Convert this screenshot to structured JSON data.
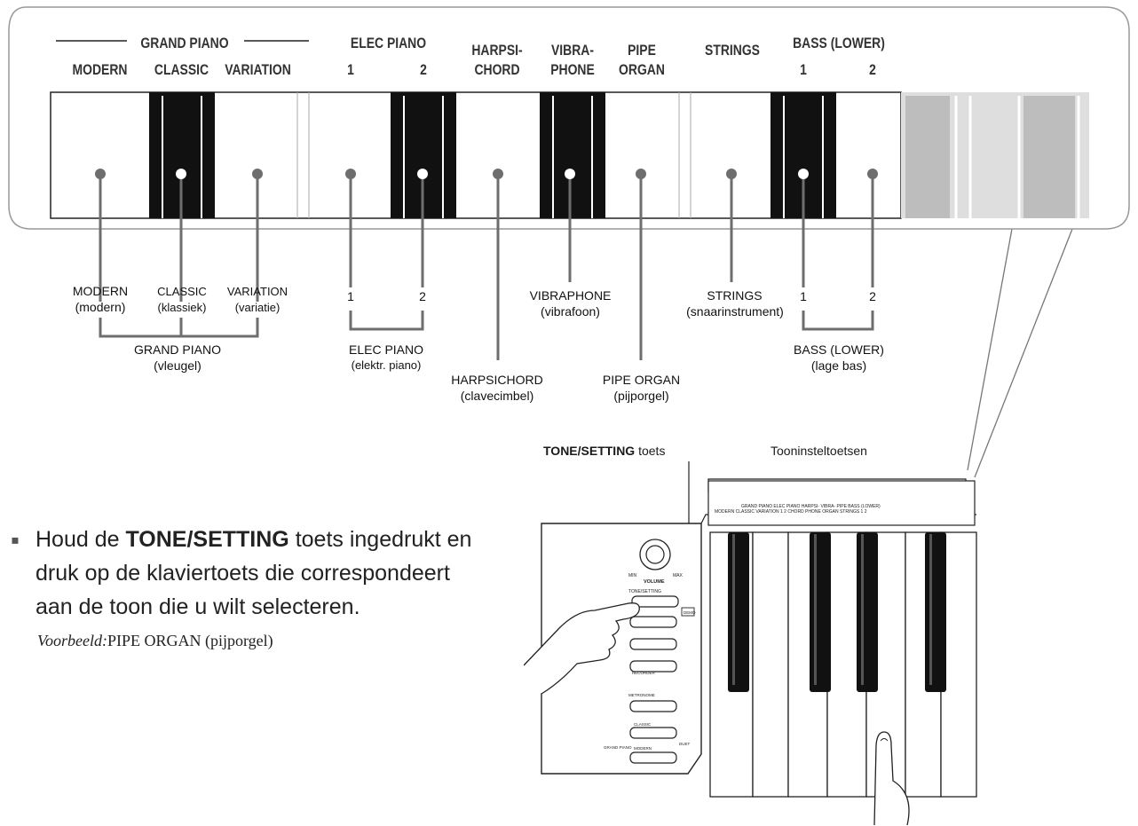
{
  "panel": {
    "grand_piano_header": "GRAND PIANO",
    "modern": "MODERN",
    "classic": "CLASSIC",
    "variation": "VARIATION",
    "elec_piano_header": "ELEC PIANO",
    "elec_1": "1",
    "elec_2": "2",
    "harpsi_1": "HARPSI-",
    "harpsi_2": "CHORD",
    "vibra_1": "VIBRA-",
    "vibra_2": "PHONE",
    "pipe_1": "PIPE",
    "pipe_2": "ORGAN",
    "strings": "STRINGS",
    "bass_header": "BASS (LOWER)",
    "bass_1": "1",
    "bass_2": "2"
  },
  "callouts": {
    "modern": {
      "name": "MODERN",
      "translation": "(modern)"
    },
    "classic": {
      "name": "CLASSIC",
      "translation": "(klassiek)"
    },
    "variation": {
      "name": "VARIATION",
      "translation": "(variatie)"
    },
    "grand_piano": {
      "name": "GRAND PIANO",
      "translation": "(vleugel)"
    },
    "elec_1": "1",
    "elec_2": "2",
    "elec_piano": {
      "name": "ELEC PIANO",
      "translation": "(elektr. piano)"
    },
    "harpsichord": {
      "name": "HARPSICHORD",
      "translation": "(clavecimbel)"
    },
    "vibraphone": {
      "name": "VIBRAPHONE",
      "translation": "(vibrafoon)"
    },
    "pipe_organ": {
      "name": "PIPE ORGAN",
      "translation": "(pijporgel)"
    },
    "strings": {
      "name": "STRINGS",
      "translation": "(snaarinstrument)"
    },
    "bass_1": "1",
    "bass_2": "2",
    "bass_lower": {
      "name": "BASS (LOWER)",
      "translation": "(lage bas)"
    }
  },
  "device": {
    "tone_setting_label_bold": "TONE/SETTING",
    "tone_setting_label_rest": " toets",
    "tone_keys_label": "Tooninsteltoetsen",
    "volume": "VOLUME",
    "min": "MIN",
    "max": "MAX",
    "tone_setting_button": "TONE/SETTING",
    "demo": "DEMO",
    "recorder": "RECORDER",
    "metronome": "METRONOME",
    "classic": "CLASSIC",
    "modern": "MODERN",
    "grand_piano": "GRAND PIANO",
    "duet": "DUET"
  },
  "step": {
    "line1_pre": "Houd de ",
    "line1_bold": "TONE/SETTING",
    "line1_post": " toets ingedrukt en",
    "line2": "druk op de klaviertoets die correspondeert",
    "line3": "aan de toon die u wilt selecteren.",
    "example_label": "Voorbeeld:",
    "example_value": "PIPE ORGAN (pijporgel)"
  }
}
